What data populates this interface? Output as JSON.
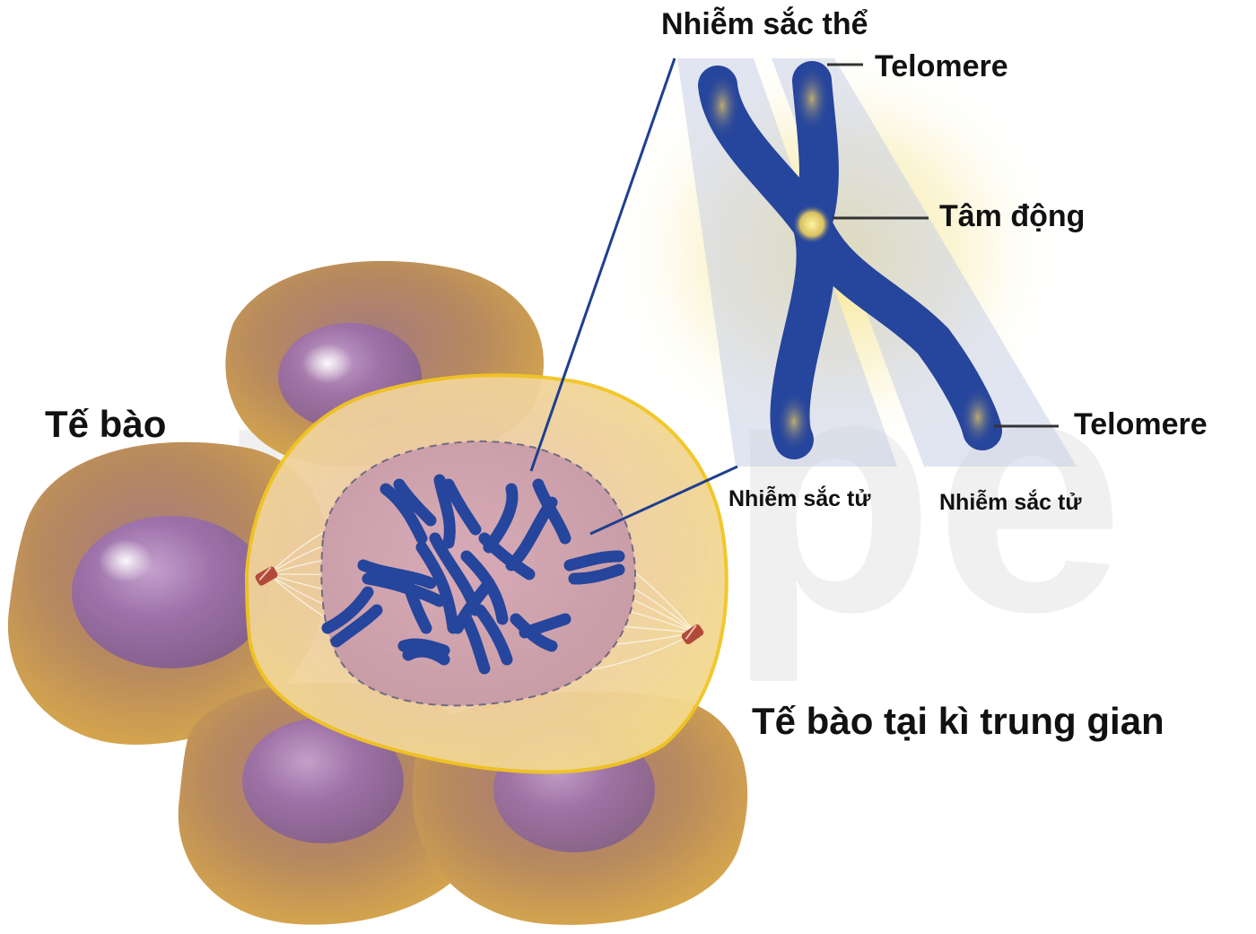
{
  "labels": {
    "chromosome": "Nhiễm sắc thể",
    "telomere_top": "Telomere",
    "centromere": "Tâm động",
    "telomere_bottom": "Telomere",
    "chromatid_left": "Nhiễm sắc tử",
    "chromatid_right": "Nhiễm sắc tử",
    "cell": "Tế bào",
    "interphase_cell": "Tế bào tại kì trung gian"
  },
  "colors": {
    "chromosome": "#26459c",
    "cell_body": "#d9a94a",
    "cell_nucleus": "#9b6fb0",
    "interphase_cytoplasm": "#f1d58e",
    "interphase_outline": "#f2c522",
    "centriole": "#b24a3a",
    "callout_line": "#1f3f8f",
    "leader_line": "#333333",
    "glow": "#f5e27a",
    "watermark": "#e6e6e6"
  },
  "watermark": "ihope"
}
